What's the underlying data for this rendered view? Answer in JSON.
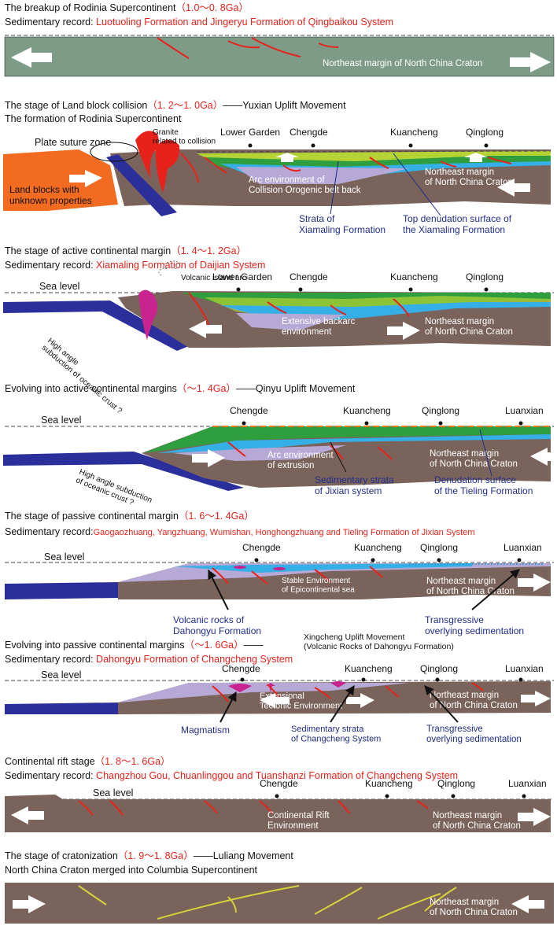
{
  "colors": {
    "crust_brown": "#7a635a",
    "crust_green": "#7e9b88",
    "ocean_blue": "#2b2f9c",
    "land_orange": "#f26b21",
    "fault_red": "#e8221b",
    "magma_pink": "#c8238f",
    "strata_green": "#2f9e3f",
    "strata_lime": "#b5d335",
    "strata_cyan": "#35b0e6",
    "strata_lavender": "#b7a9d6",
    "fold_yellow": "#d8d23a",
    "label_blue": "#1f2d8a"
  },
  "panels": [
    {
      "title": "The breakup of Rodinia Supercontinent",
      "age": "（1.0～0. 8Ga）",
      "record_prefix": "Sedimentary record:",
      "record": "Luotuoling Formation and Jingeryu Formation of Qingbaikou System",
      "margin_label": "Northeast margin of North China Craton"
    },
    {
      "title": "The stage of Land block collision",
      "age": "（1. 2～1. 0Ga）",
      "movement": "——Yuxian Uplift Movement",
      "subtitle": "The formation of Rodinia Supercontinent",
      "suture": "Plate suture zone",
      "granite": "Granite related to collision",
      "landblocks": "Land blocks with unknown properties",
      "places": [
        "Lower Garden",
        "Chengde",
        "Kuancheng",
        "Qinglong"
      ],
      "env": "Arc environment of Collision Orogenic belt back",
      "margin_label": "Northeast margin of North China Craton",
      "strata_label": "Strata of Xiamaling Formation",
      "denudation_label": "Top denudation surface of the Xiamaling Formation"
    },
    {
      "title": "The stage of active continental margin",
      "age": "（1. 4～1. 2Ga）",
      "record_prefix": "Sedimentary record:",
      "record": "Xiamaling Formation of Daijian System",
      "sea_level": "Sea level",
      "island_arc": "Volcanic island arc",
      "places": [
        "Lower Garden",
        "Chengde",
        "Kuancheng",
        "Qinglong"
      ],
      "subduction": "High angle subduction of oceanic crust ?",
      "env": "Extensive backarc environment",
      "margin_label": "Northeast margin of North China Craton"
    },
    {
      "title": "Evolving into active continental margins",
      "age": "（～1. 4Ga）",
      "movement": "——Qinyu Uplift Movement",
      "sea_level": "Sea level",
      "places": [
        "Chengde",
        "Kuancheng",
        "Qinglong",
        "Luanxian"
      ],
      "subduction": "High angle subduction of oceanic crust ?",
      "env": "Arc environment of extrusion",
      "margin_label": "Northeast margin of North China Craton",
      "strata_label": "Sedimentary strata of Jixian system",
      "denudation_label": "Denudation surface of the Tieling Formation"
    },
    {
      "title": "The stage of passive continental margin",
      "age": "（1. 6～1. 4Ga）",
      "record_prefix": "Sedimentary record:",
      "record": "Gaogaozhuang, Yangzhuang, Wumishan, Honghongzhuang and Tieling Formation of Jixian System",
      "sea_level": "Sea level",
      "places": [
        "Chengde",
        "Kuancheng",
        "Qinglong",
        "Luanxian"
      ],
      "env": "Stable Environment of Epicontinental sea",
      "margin_label": "Northeast margin of North China Craton",
      "volcanic_label": "Volcanic rocks of Dahongyu Formation",
      "transgressive_label": "Transgressive overlying sedimentation"
    },
    {
      "title": "Evolving into passive continental margins",
      "age": "（～1. 6Ga）",
      "movement": "——",
      "movement_note": "Xingcheng Uplift Movement (Volcanic Rocks of Dahongyu Formation)",
      "record_prefix": "Sedimentary record:",
      "record": "Dahongyu Formation of Changcheng System",
      "sea_level": "Sea level",
      "places": [
        "Chengde",
        "Kuancheng",
        "Qinglong",
        "Luanxian"
      ],
      "env": "Extensional Tectonic Environment",
      "margin_label": "Northeast margin of North China Craton",
      "magmatism": "Magmatism",
      "strata_label": "Sedimentary strata of Changcheng System",
      "transgressive_label": "Transgressive overlying sedimentation"
    },
    {
      "title": "Continental rift stage",
      "age": "（1. 8～1. 6Ga）",
      "record_prefix": "Sedimentary record:",
      "record": "Changzhou Gou, Chuanlinggou and Tuanshanzi Formation of Changcheng System",
      "sea_level": "Sea level",
      "places": [
        "Chengde",
        "Kuancheng",
        "Qinglong",
        "Luanxian"
      ],
      "env": "Continental Rift Environment",
      "margin_label": "Northeast margin of North China Craton"
    },
    {
      "title": "The stage of cratonization",
      "age": "（1. 9～1. 8Ga）",
      "movement": "——Luliang Movement",
      "subtitle": "North China Craton merged into Columbia Supercontinent",
      "margin_label": "Northeast margin of North China Craton"
    }
  ]
}
